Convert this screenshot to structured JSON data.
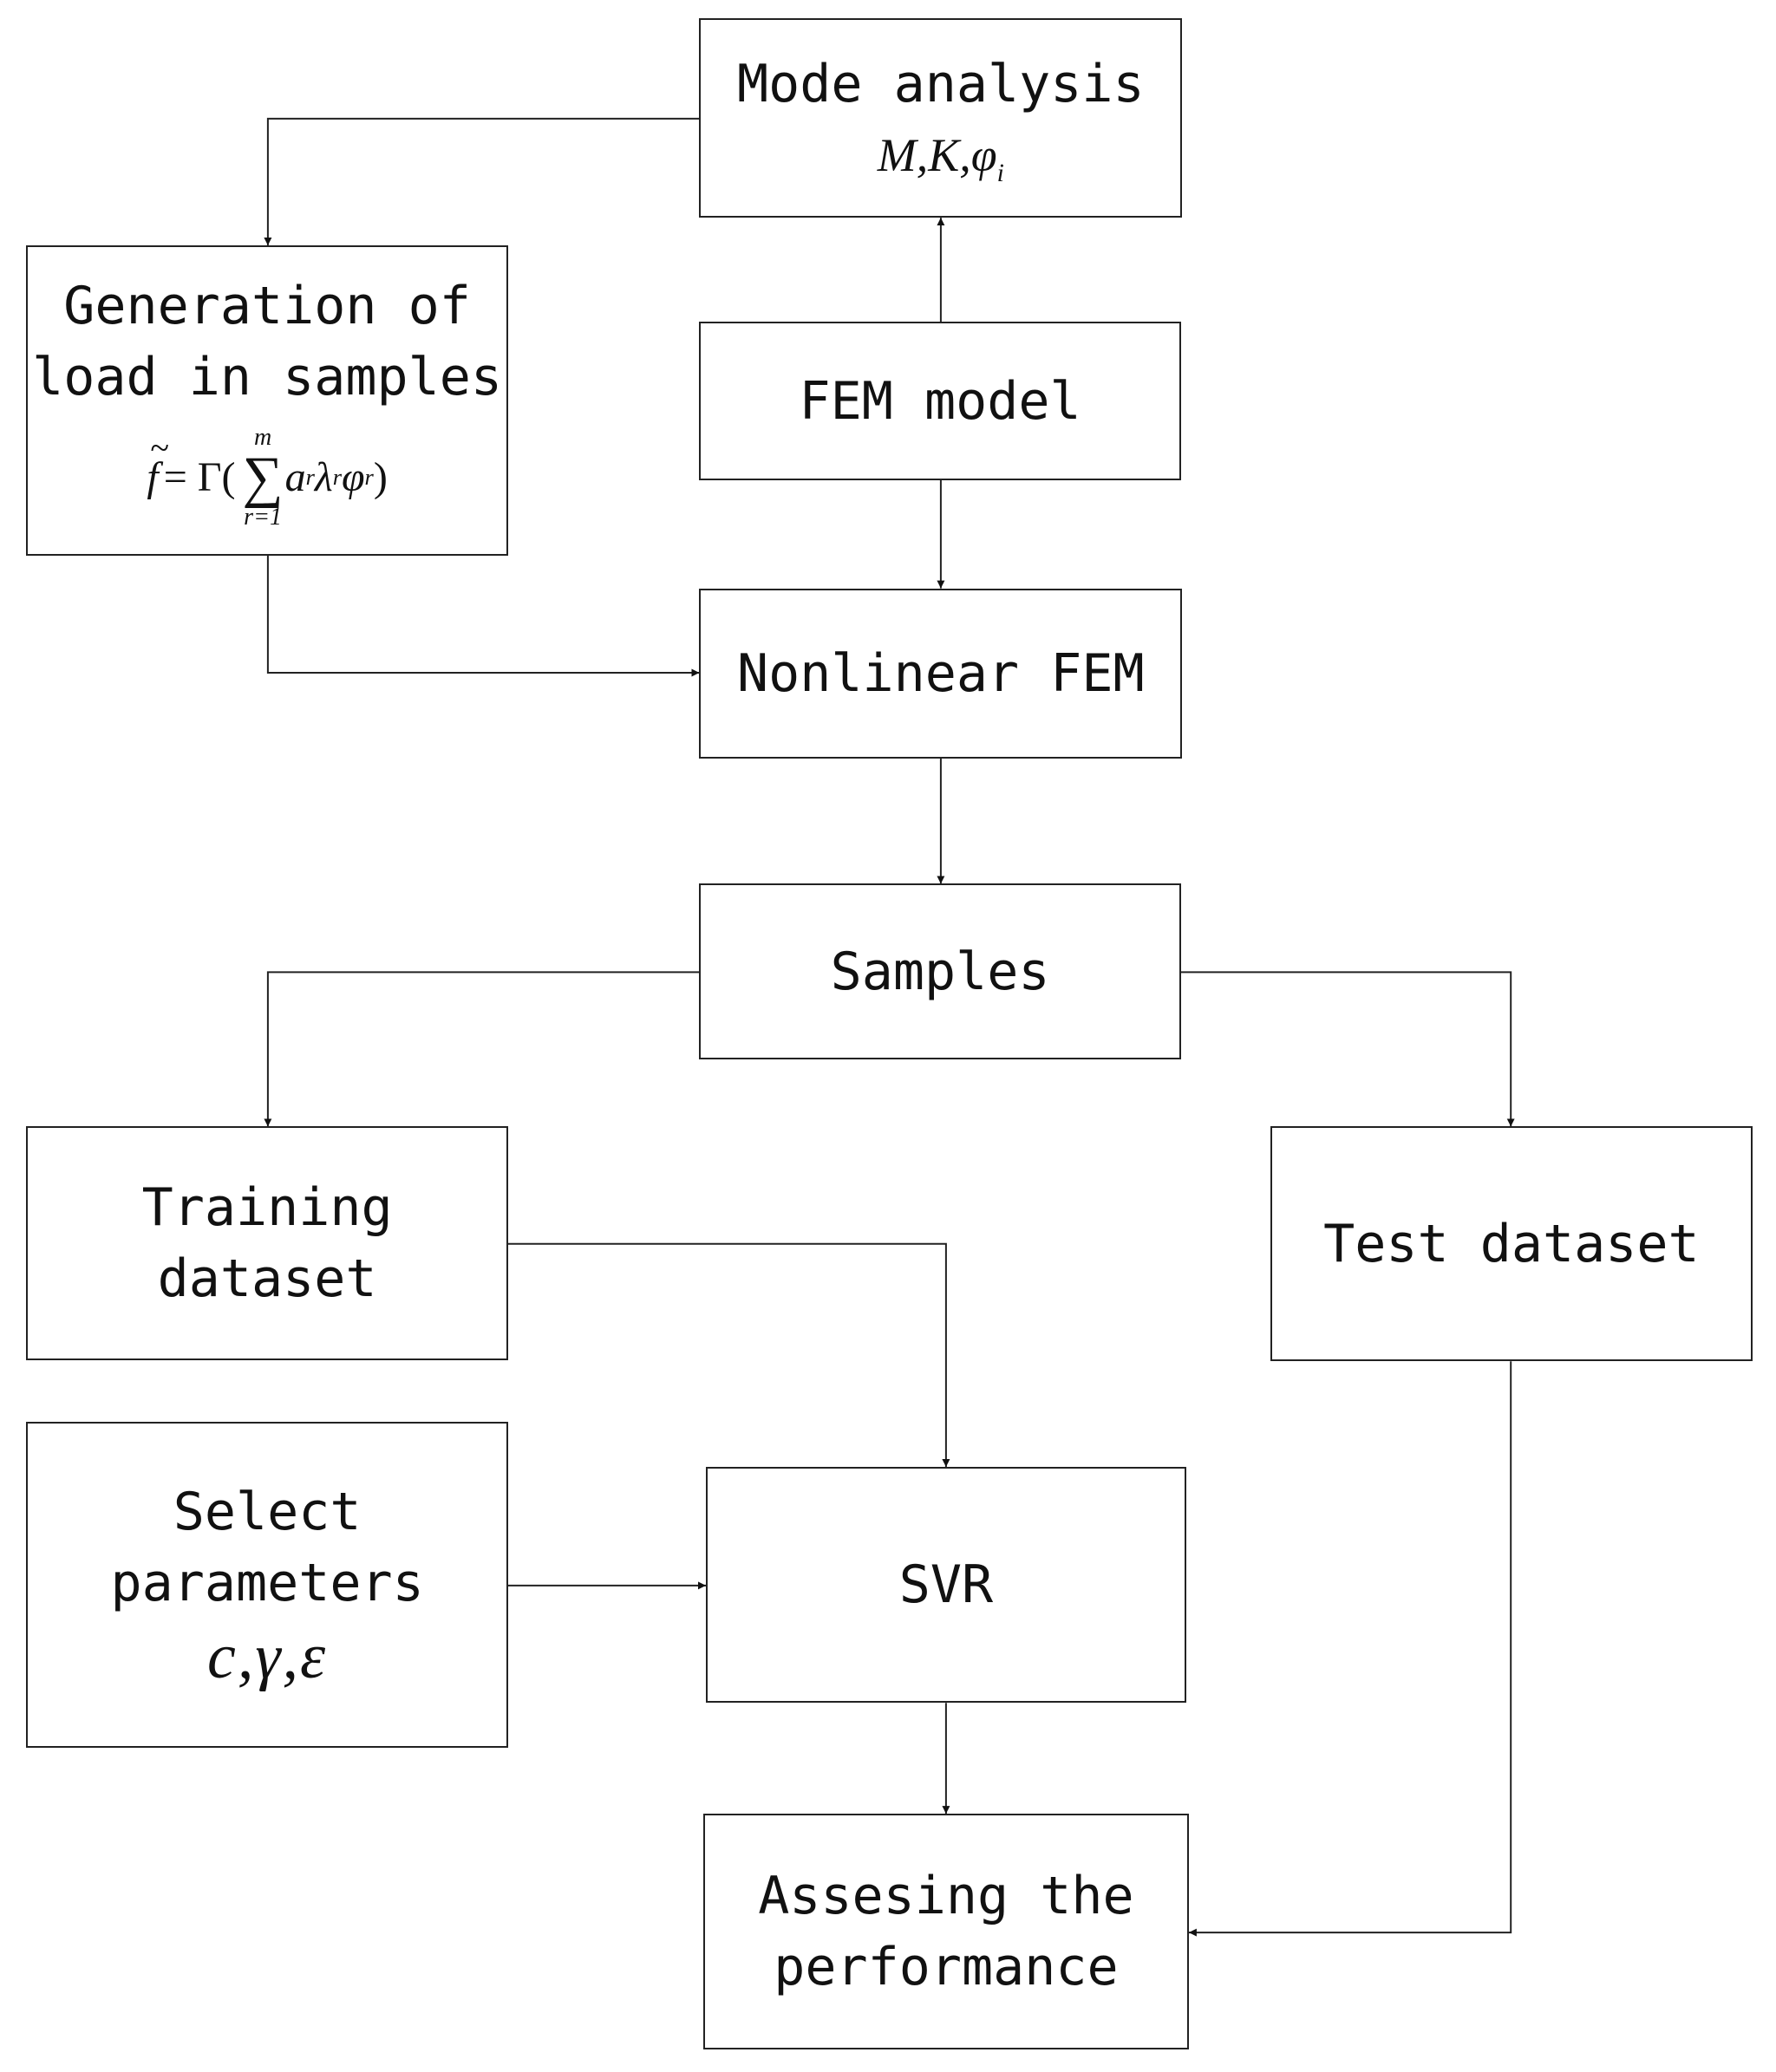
{
  "nodes": {
    "mode_analysis": {
      "label": "Mode analysis",
      "math": "M,K,φ",
      "math_sub": "i"
    },
    "generation": {
      "label": "Generation of\nload in samples",
      "formula": {
        "lhs": "f",
        "eq": "= Γ(",
        "sum_top": "m",
        "sum_sym": "∑",
        "sum_bottom": "r=1",
        "terms": "a",
        "t1_sub": "r",
        "lambda": "λ",
        "lam_sub": "r",
        "phi": "φ",
        "phi_sub": "r",
        "close": ")"
      }
    },
    "fem_model": {
      "label": "FEM model"
    },
    "nonlinear_fem": {
      "label": "Nonlinear FEM"
    },
    "samples": {
      "label": "Samples"
    },
    "training": {
      "label": "Training\ndataset"
    },
    "test": {
      "label": "Test dataset"
    },
    "select": {
      "label": "Select\nparameters",
      "math": "c,γ,ε"
    },
    "svr": {
      "label": "SVR"
    },
    "assess": {
      "label": "Assesing the\nperformance"
    }
  },
  "colors": {
    "stroke": "#222222",
    "text": "#111111"
  }
}
